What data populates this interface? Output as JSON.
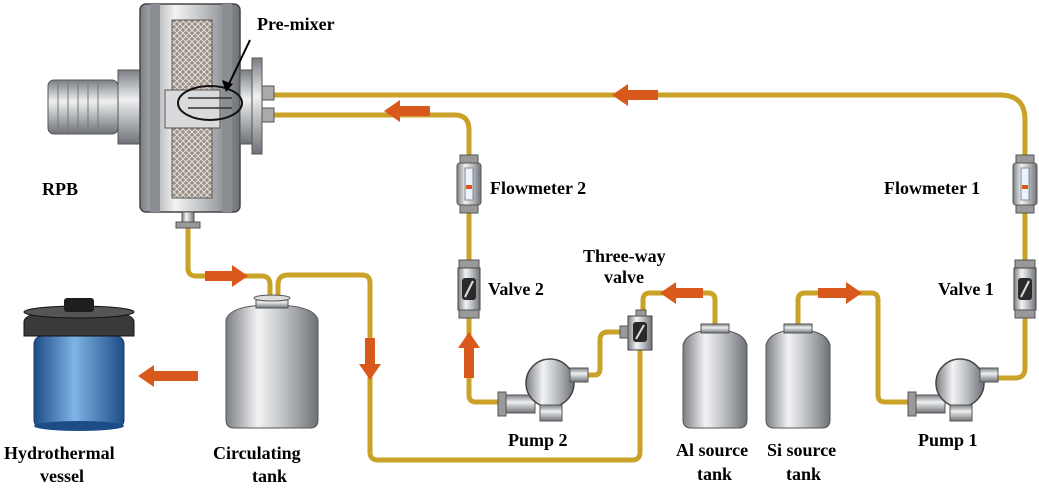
{
  "labels": {
    "pre_mixer": "Pre-mixer",
    "rpb": "RPB",
    "flowmeter_2": "Flowmeter 2",
    "flowmeter_1": "Flowmeter 1",
    "three_way_line1": "Three-way",
    "three_way_line2": "valve",
    "valve_2": "Valve 2",
    "valve_1": "Valve 1",
    "pump_2": "Pump 2",
    "pump_1": "Pump 1",
    "hydro_line1": "Hydrothermal",
    "hydro_line2": "vessel",
    "circ_line1": "Circulating",
    "circ_line2": "tank",
    "al_line1": "Al source",
    "al_line2": "tank",
    "si_line1": "Si source",
    "si_line2": "tank"
  },
  "colors": {
    "pipe": "#c9a227",
    "arrow": "#d9581c",
    "steel": "#b9bcc0",
    "vessel_blue": "#3f7fbf"
  }
}
